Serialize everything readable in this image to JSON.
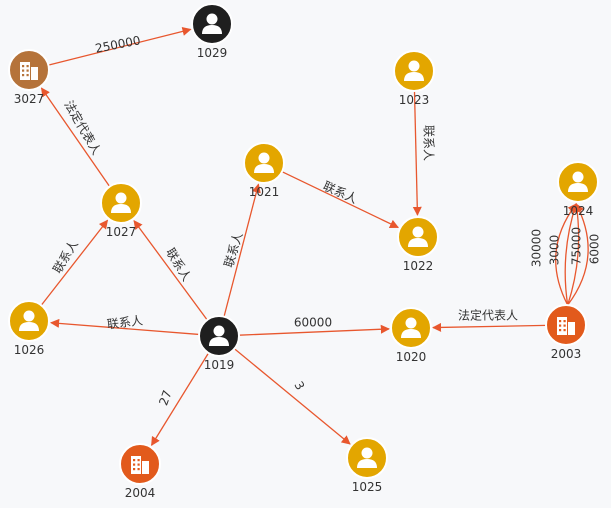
{
  "colors": {
    "person_yellow": "#e3a600",
    "person_black": "#1f1f1f",
    "company_brown": "#b5733a",
    "company_orange": "#e25a1c",
    "edge": "#e8572e",
    "background": "#f7f8fa"
  },
  "nodes": [
    {
      "id": "1029",
      "label": "1029",
      "kind": "person",
      "color": "person_black"
    },
    {
      "id": "3027",
      "label": "3027",
      "kind": "company",
      "color": "company_brown"
    },
    {
      "id": "1023",
      "label": "1023",
      "kind": "person",
      "color": "person_yellow"
    },
    {
      "id": "1021",
      "label": "1021",
      "kind": "person",
      "color": "person_yellow"
    },
    {
      "id": "1027",
      "label": "1027",
      "kind": "person",
      "color": "person_yellow"
    },
    {
      "id": "1024",
      "label": "1024",
      "kind": "person",
      "color": "person_yellow"
    },
    {
      "id": "1022",
      "label": "1022",
      "kind": "person",
      "color": "person_yellow"
    },
    {
      "id": "1026",
      "label": "1026",
      "kind": "person",
      "color": "person_yellow"
    },
    {
      "id": "1019",
      "label": "1019",
      "kind": "person",
      "color": "person_black"
    },
    {
      "id": "1020",
      "label": "1020",
      "kind": "person",
      "color": "person_yellow"
    },
    {
      "id": "2003",
      "label": "2003",
      "kind": "company",
      "color": "company_orange"
    },
    {
      "id": "2004",
      "label": "2004",
      "kind": "company",
      "color": "company_orange"
    },
    {
      "id": "1025",
      "label": "1025",
      "kind": "person",
      "color": "person_yellow"
    }
  ],
  "edges": [
    {
      "from": "3027",
      "to": "1029",
      "label": "250000"
    },
    {
      "from": "1027",
      "to": "3027",
      "label": "法定代表人"
    },
    {
      "from": "1023",
      "to": "1022",
      "label": "联系人"
    },
    {
      "from": "1021",
      "to": "1022",
      "label": "联系人"
    },
    {
      "from": "1026",
      "to": "1027",
      "label": "联系人"
    },
    {
      "from": "1019",
      "to": "1027",
      "label": "联系人"
    },
    {
      "from": "1019",
      "to": "1021",
      "label": "联系人"
    },
    {
      "from": "1019",
      "to": "1026",
      "label": "联系人"
    },
    {
      "from": "1019",
      "to": "1020",
      "label": "60000"
    },
    {
      "from": "2003",
      "to": "1020",
      "label": "法定代表人"
    },
    {
      "from": "1019",
      "to": "2004",
      "label": "27"
    },
    {
      "from": "1019",
      "to": "1025",
      "label": "3"
    },
    {
      "from": "2003",
      "to": "1024",
      "label": "30000"
    },
    {
      "from": "2003",
      "to": "1024",
      "label": "3000"
    },
    {
      "from": "2003",
      "to": "1024",
      "label": "75000"
    },
    {
      "from": "2003",
      "to": "1024",
      "label": "6000"
    }
  ]
}
